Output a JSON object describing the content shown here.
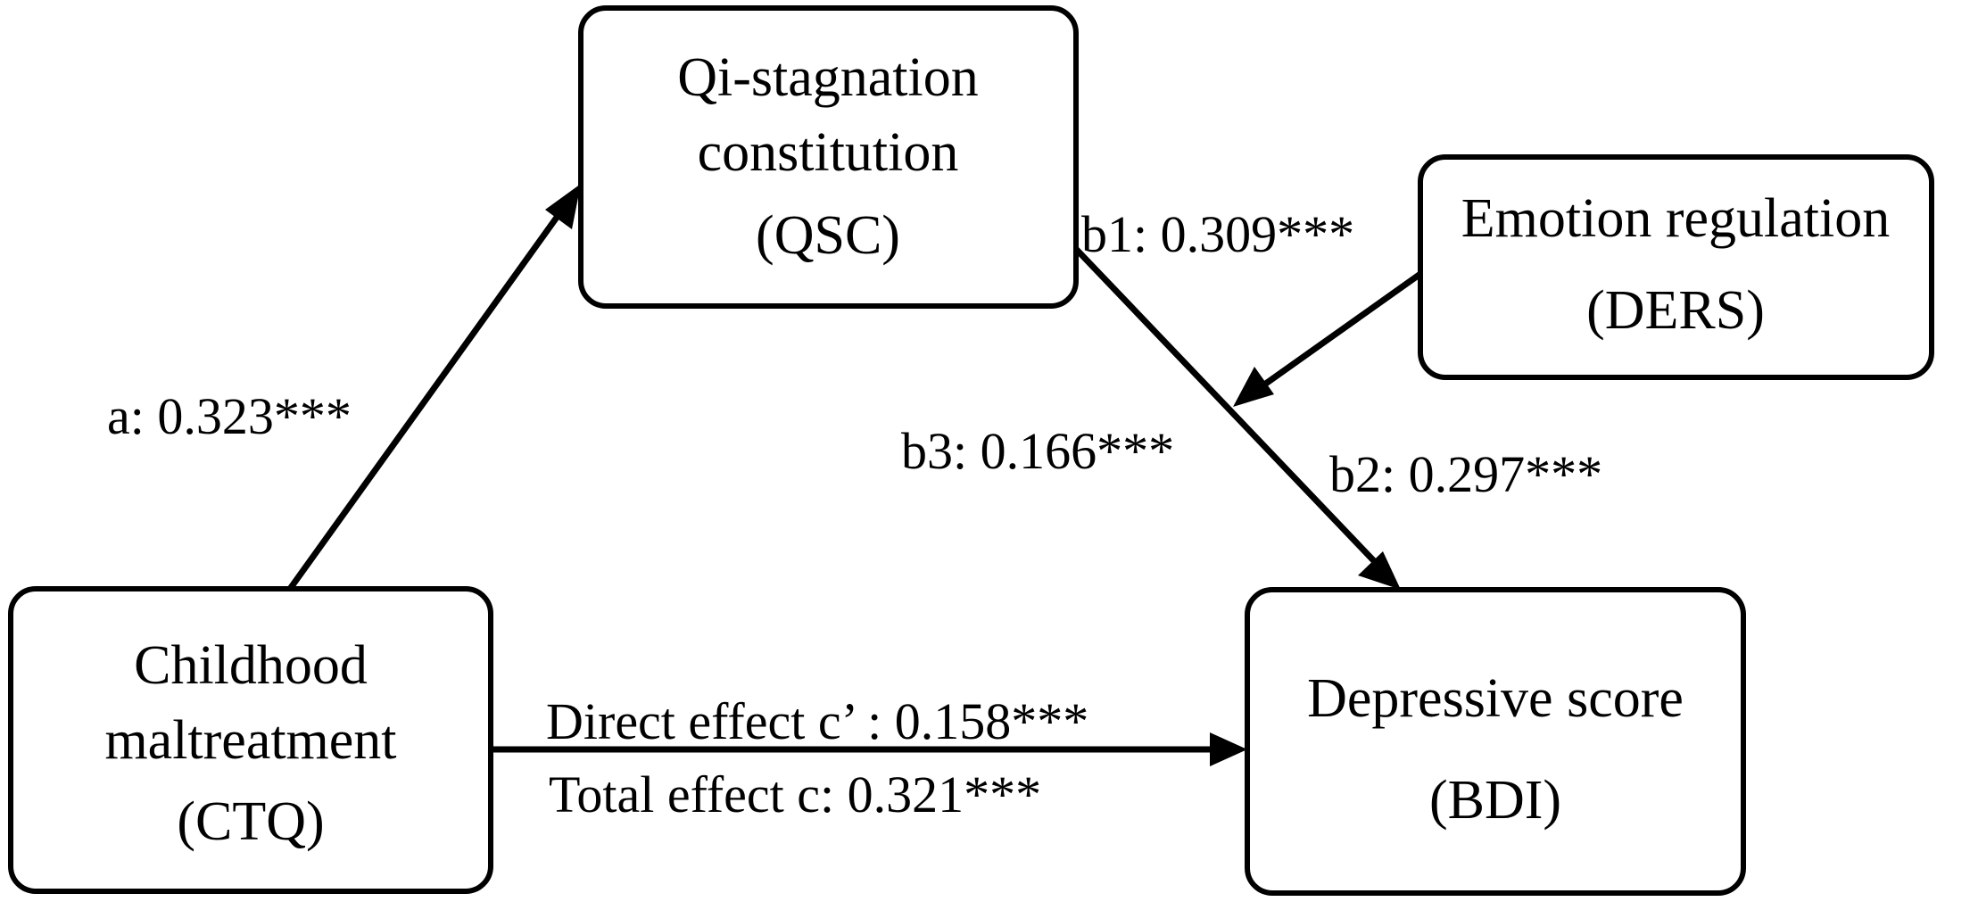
{
  "colors": {
    "background": "#ffffff",
    "stroke": "#000000",
    "text": "#000000"
  },
  "nodes": {
    "qsc": {
      "line1": "Qi-stagnation",
      "line2": "constitution",
      "line3": "(QSC)"
    },
    "ders": {
      "line1": "Emotion regulation",
      "line2": "(DERS)"
    },
    "ctq": {
      "line1": "Childhood",
      "line2": "maltreatment",
      "line3": "(CTQ)"
    },
    "bdi": {
      "line1": "Depressive score",
      "line2": "(BDI)"
    }
  },
  "edges": {
    "a": "a: 0.323***",
    "b1": "b1: 0.309***",
    "b2": "b2: 0.297***",
    "b3": "b3: 0.166***",
    "direct": "Direct effect c’ : 0.158***",
    "total": "Total effect c: 0.321***"
  }
}
